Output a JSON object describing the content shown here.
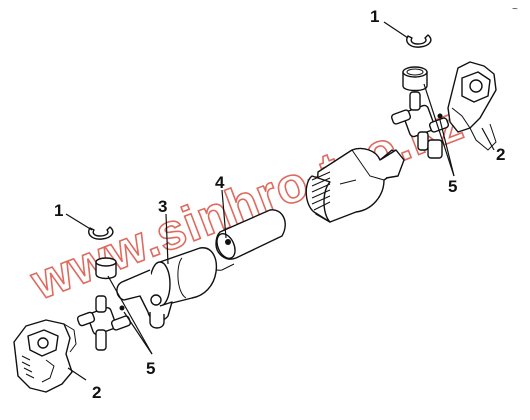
{
  "watermark": "www.sinhro-tco.kz",
  "corner_mark": "~",
  "callouts": {
    "retaining_ring_top": "1",
    "retaining_ring_left": "1",
    "yoke_right": "2",
    "yoke_left": "2",
    "tube_yoke": "3",
    "slip_sleeve": "4",
    "cross_bearing_right": "5",
    "cross_bearing_left": "5"
  }
}
